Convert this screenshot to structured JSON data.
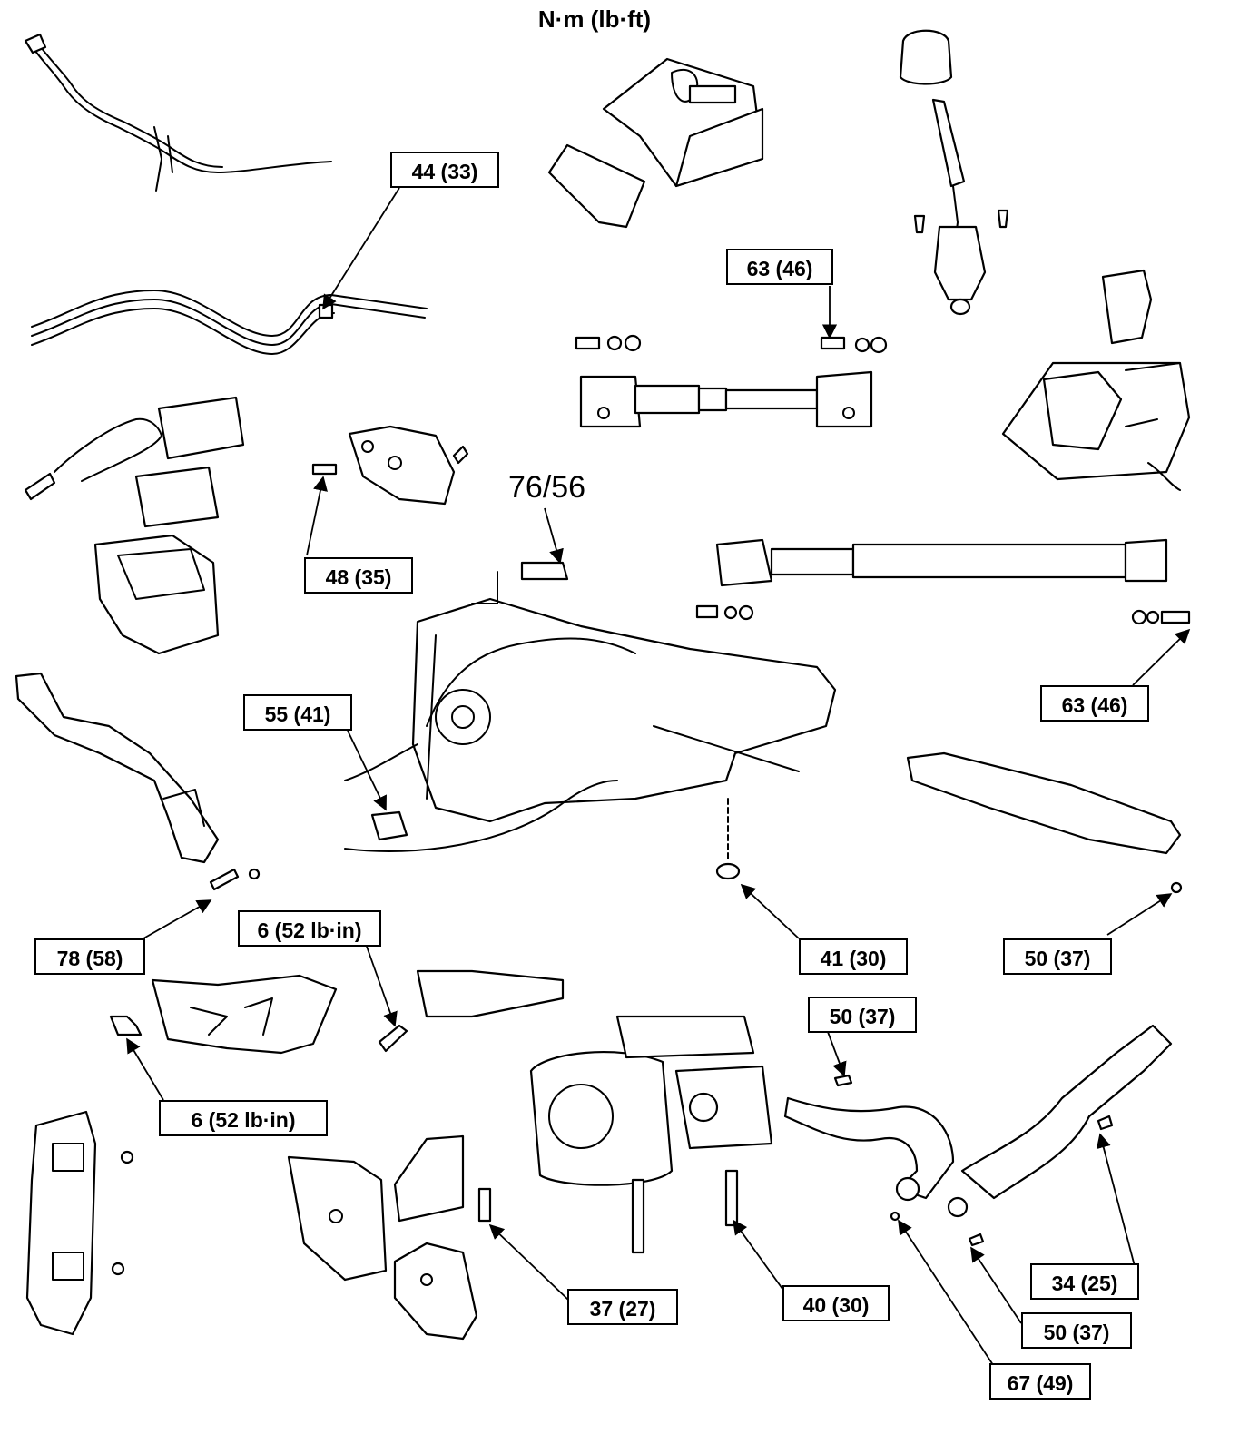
{
  "title": "N·m (lb·ft)",
  "torque_label_plain": "76/56",
  "callouts": {
    "c44_33": "44 (33)",
    "c63_46_top": "63 (46)",
    "c48_35": "48 (35)",
    "c63_46_right": "63 (46)",
    "c55_41": "55 (41)",
    "c78_58": "78 (58)",
    "c6_52_top": "6 (52 lb·in)",
    "c41_30": "41 (30)",
    "c50_37_right": "50 (37)",
    "c6_52_bottom": "6 (52 lb·in)",
    "c50_37_exhaust": "50 (37)",
    "c34_25": "34 (25)",
    "c37_27": "37 (27)",
    "c40_30": "40 (30)",
    "c50_37_bottom": "50 (37)",
    "c67_49": "67 (49)"
  }
}
